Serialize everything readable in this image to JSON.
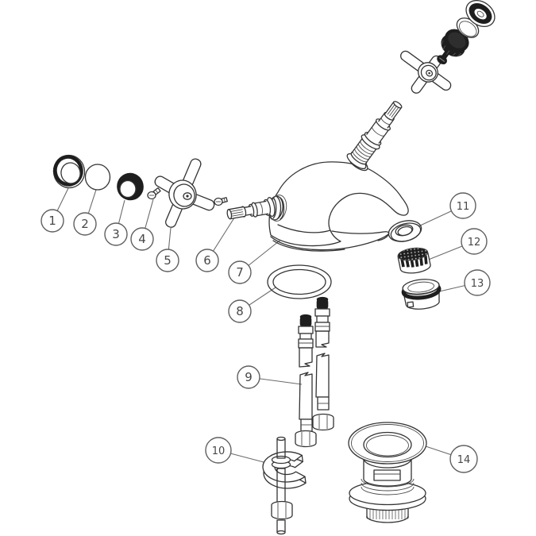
{
  "diagram": {
    "type": "exploded-parts-diagram",
    "subject": "tap-assembly-line-drawing",
    "colors": {
      "background": "#ffffff",
      "line": "#333333",
      "dark_fill": "#1e1e1e",
      "callout_stroke": "#5f5f5f",
      "callout_text": "#474747"
    },
    "callouts": [
      {
        "number": "1"
      },
      {
        "number": "2"
      },
      {
        "number": "3"
      },
      {
        "number": "4"
      },
      {
        "number": "5"
      },
      {
        "number": "6"
      },
      {
        "number": "7"
      },
      {
        "number": "8"
      },
      {
        "number": "9"
      },
      {
        "number": "10"
      },
      {
        "number": "11"
      },
      {
        "number": "12"
      },
      {
        "number": "13"
      },
      {
        "number": "14"
      }
    ]
  }
}
